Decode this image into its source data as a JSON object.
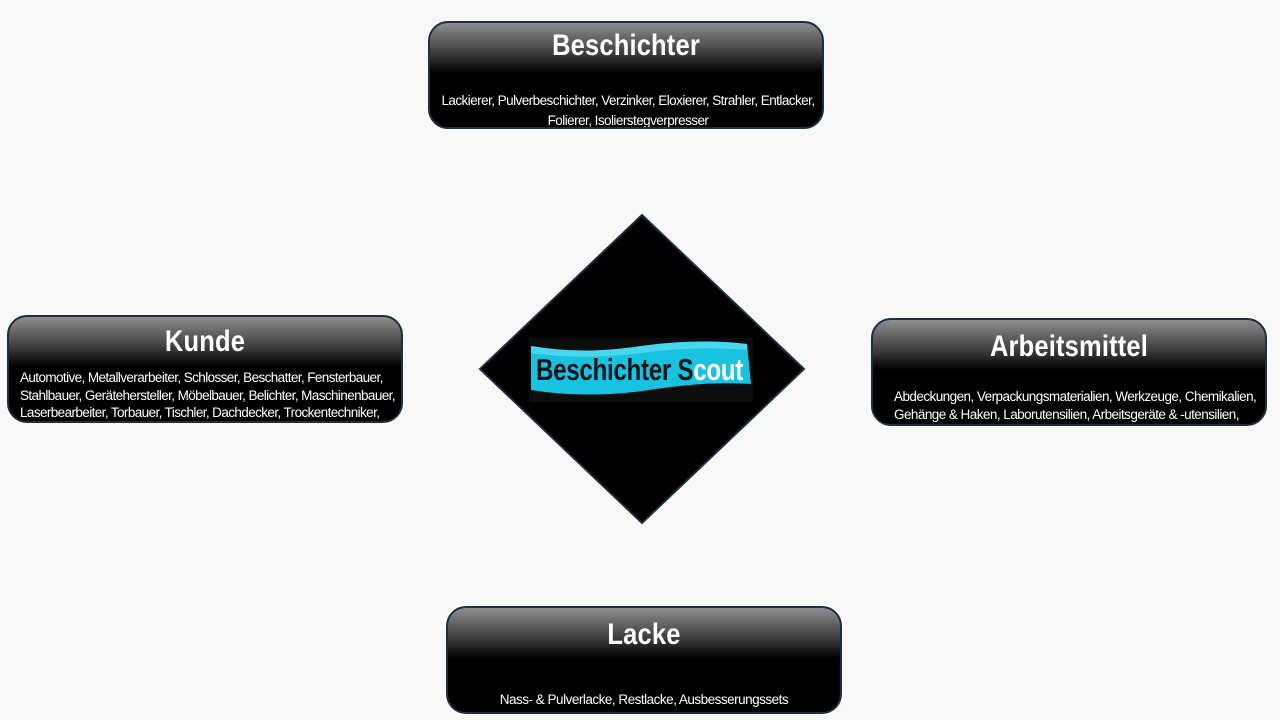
{
  "nodes": {
    "top": {
      "title": "Beschichter",
      "description": "Lackierer, Pulverbeschichter, Verzinker, Eloxierer, Strahler, Entlacker, Folierer, Isolierstegverpresser"
    },
    "left": {
      "title": "Kunde",
      "description": "Automotive, Metallverarbeiter, Schlosser, Beschatter, Fensterbauer, Stahlbauer, Gerätehersteller, Möbelbauer, Belichter, Maschinenbauer, Laserbearbeiter, Torbauer, Tischler, Dachdecker, Trockentechniker, uvm."
    },
    "right": {
      "title": "Arbeitsmittel",
      "description": "Abdeckungen, Verpackungsmaterialien, Werkzeuge, Chemikalien, Gehänge & Haken, Laborutensilien, Arbeitsgeräte & -utensilien, uvm."
    },
    "bottom": {
      "title": "Lacke",
      "description": "Nass- & Pulverlacke, Restlacke, Ausbesserungssets"
    }
  },
  "center": {
    "logo_part1": "Beschichter S",
    "logo_part2": "cout"
  },
  "colors": {
    "background": "#f8f8f8",
    "card_border": "#1d2f3f",
    "logo_banner": "#17c3e0",
    "diamond_fill": "#000000"
  }
}
